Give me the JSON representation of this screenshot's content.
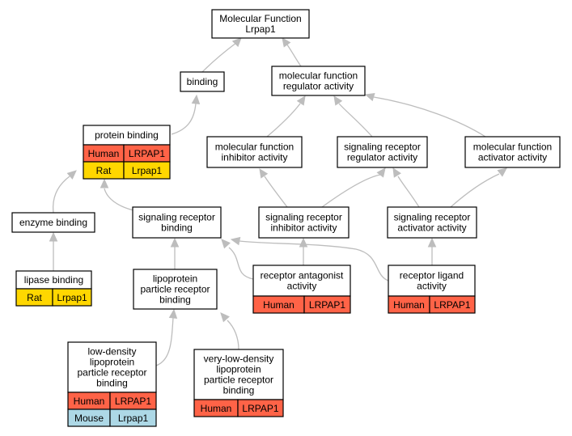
{
  "colors": {
    "human": "#ff6347",
    "rat": "#ffd700",
    "mouse": "#add8e6",
    "edge": "#bdbdbd"
  },
  "nodes": {
    "root": [
      "Molecular Function",
      "Lrpap1"
    ],
    "binding": [
      "binding"
    ],
    "mfra": [
      "molecular function",
      "regulator activity"
    ],
    "protein_binding": [
      "protein binding"
    ],
    "mfia": [
      "molecular function",
      "inhibitor activity"
    ],
    "srra": [
      "signaling receptor",
      "regulator activity"
    ],
    "mfaa": [
      "molecular function",
      "activator activity"
    ],
    "enzyme_binding": [
      "enzyme binding"
    ],
    "srb": [
      "signaling receptor",
      "binding"
    ],
    "sria": [
      "signaling receptor",
      "inhibitor activity"
    ],
    "sraa": [
      "signaling receptor",
      "activator activity"
    ],
    "lipase_binding": [
      "lipase binding"
    ],
    "lprb": [
      "lipoprotein",
      "particle receptor",
      "binding"
    ],
    "receptor_antagonist": [
      "receptor antagonist",
      "activity"
    ],
    "receptor_ligand": [
      "receptor ligand",
      "activity"
    ],
    "ldl": [
      "low-density",
      "lipoprotein",
      "particle receptor",
      "binding"
    ],
    "vldl": [
      "very-low-density",
      "lipoprotein",
      "particle receptor",
      "binding"
    ]
  },
  "annotations": {
    "protein_binding": [
      [
        "Human",
        "LRPAP1"
      ],
      [
        "Rat",
        "Lrpap1"
      ]
    ],
    "lipase_binding": [
      [
        "Rat",
        "Lrpap1"
      ]
    ],
    "receptor_antagonist": [
      [
        "Human",
        "LRPAP1"
      ]
    ],
    "receptor_ligand": [
      [
        "Human",
        "LRPAP1"
      ]
    ],
    "ldl": [
      [
        "Human",
        "LRPAP1"
      ],
      [
        "Mouse",
        "Lrpap1"
      ]
    ],
    "vldl": [
      [
        "Human",
        "LRPAP1"
      ]
    ]
  }
}
